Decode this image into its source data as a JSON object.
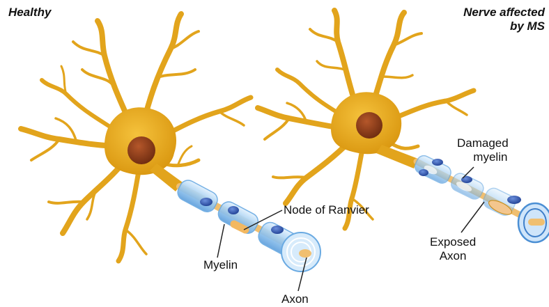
{
  "titles": {
    "healthy": "Healthy",
    "affected_line1": "Nerve affected",
    "affected_line2": "by MS"
  },
  "labels": {
    "node_of_ranvier": "Node of Ranvier",
    "myelin": "Myelin",
    "axon": "Axon",
    "damaged_line1": "Damaged",
    "damaged_line2": "myelin",
    "exposed_line1": "Exposed",
    "exposed_line2": "Axon"
  },
  "colors": {
    "neuron": "#e7a81f",
    "neuron_dark": "#c98a0e",
    "nucleus": "#8a3d1a",
    "myelin": "#a9d4f5",
    "myelin_edge": "#5b9fdc",
    "schwann": "#2f5fb8",
    "axon": "#f2c27a"
  }
}
